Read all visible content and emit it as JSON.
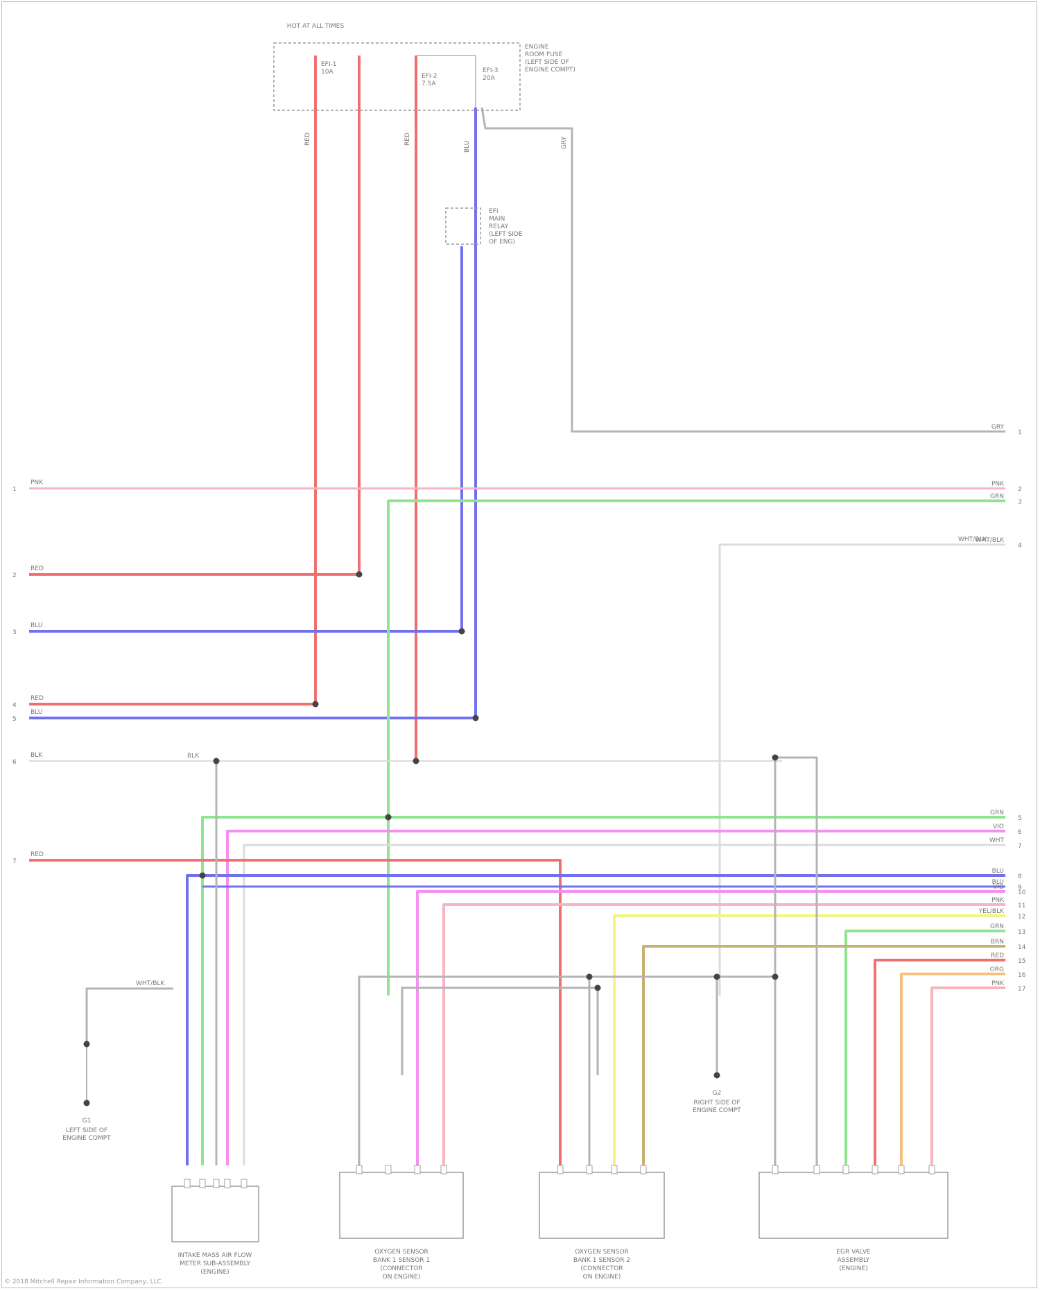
{
  "footer": "© 2018 Mitchell Repair Information Company, LLC",
  "colors": {
    "red": "#f07070",
    "blue": "#7070f0",
    "gray": "#b4b4b4",
    "pink": "#f8b4c0",
    "green": "#90e490",
    "magenta": "#f490f0",
    "yellow": "#f4f480",
    "orange": "#f8c080",
    "tan": "#c8b070",
    "lightgray": "#dcdcdc",
    "connector": "#a0a0a0"
  },
  "fuse_box": {
    "label_top": "HOT AT ALL TIMES",
    "label_side": [
      "ENGINE",
      "ROOM FUSE",
      "(LEFT SIDE OF",
      "ENGINE COMPT)"
    ],
    "fuses": [
      "EFI-1 10A",
      "EFI-2 7.5A",
      "EFI-3 20A"
    ]
  },
  "relay_label": [
    "EFI",
    "MAIN",
    "RELAY",
    "(LEFT SIDE",
    "OF ENG)"
  ],
  "wire_tags": {
    "fuse_feed": "RED",
    "blu_drop": "BLU",
    "gry_drop": "GRY",
    "splice_bus": "BLK",
    "gnd_top": "WHT/BLK",
    "gnd_bottom": "WHT/BLK"
  },
  "left_stubs": [
    {
      "num": "1",
      "label": "PNK"
    },
    {
      "num": "2",
      "label": "RED"
    },
    {
      "num": "3",
      "label": "BLU"
    },
    {
      "num": "4",
      "label": "RED"
    },
    {
      "num": "5",
      "label": "BLU"
    },
    {
      "num": "6",
      "label": "BLK"
    },
    {
      "num": "7",
      "label": "RED"
    }
  ],
  "right_stubs": [
    {
      "num": "1",
      "label": "GRY"
    },
    {
      "num": "2",
      "label": "PNK"
    },
    {
      "num": "3",
      "label": "GRN"
    },
    {
      "num": "4",
      "label": "WHT/BLK"
    },
    {
      "num": "5",
      "label": "GRN"
    },
    {
      "num": "6",
      "label": "VIO"
    },
    {
      "num": "7",
      "label": "WHT"
    },
    {
      "num": "8",
      "label": "BLU"
    },
    {
      "num": "9",
      "label": "BLU"
    },
    {
      "num": "10",
      "label": "VIO"
    },
    {
      "num": "11",
      "label": "PNK"
    },
    {
      "num": "12",
      "label": "YEL/BLK"
    },
    {
      "num": "13",
      "label": "GRN"
    },
    {
      "num": "14",
      "label": "BRN"
    },
    {
      "num": "15",
      "label": "RED"
    },
    {
      "num": "16",
      "label": "ORG"
    },
    {
      "num": "17",
      "label": "PNK"
    }
  ],
  "components": [
    {
      "name": "MASS AIR FLOW",
      "label": [
        "INTAKE MASS AIR FLOW",
        "METER SUB-ASSEMBLY",
        "(ENGINE)"
      ]
    },
    {
      "name": "O2 SENSOR 1",
      "label": [
        "OXYGEN SENSOR",
        "BANK 1 SENSOR 1",
        "(CONNECTOR",
        "ON ENGINE)"
      ]
    },
    {
      "name": "O2 SENSOR 2",
      "label": [
        "OXYGEN SENSOR",
        "BANK 1 SENSOR 2",
        "(CONNECTOR",
        "ON ENGINE)"
      ]
    },
    {
      "name": "EGR VALVE",
      "label": [
        "EGR VALVE",
        "ASSEMBLY",
        "(ENGINE)"
      ]
    }
  ],
  "grounds": [
    {
      "id": "G1",
      "label": [
        "LEFT SIDE OF",
        "ENGINE COMPT"
      ]
    },
    {
      "id": "G2",
      "label": [
        "RIGHT SIDE OF",
        "ENGINE COMPT"
      ]
    }
  ]
}
